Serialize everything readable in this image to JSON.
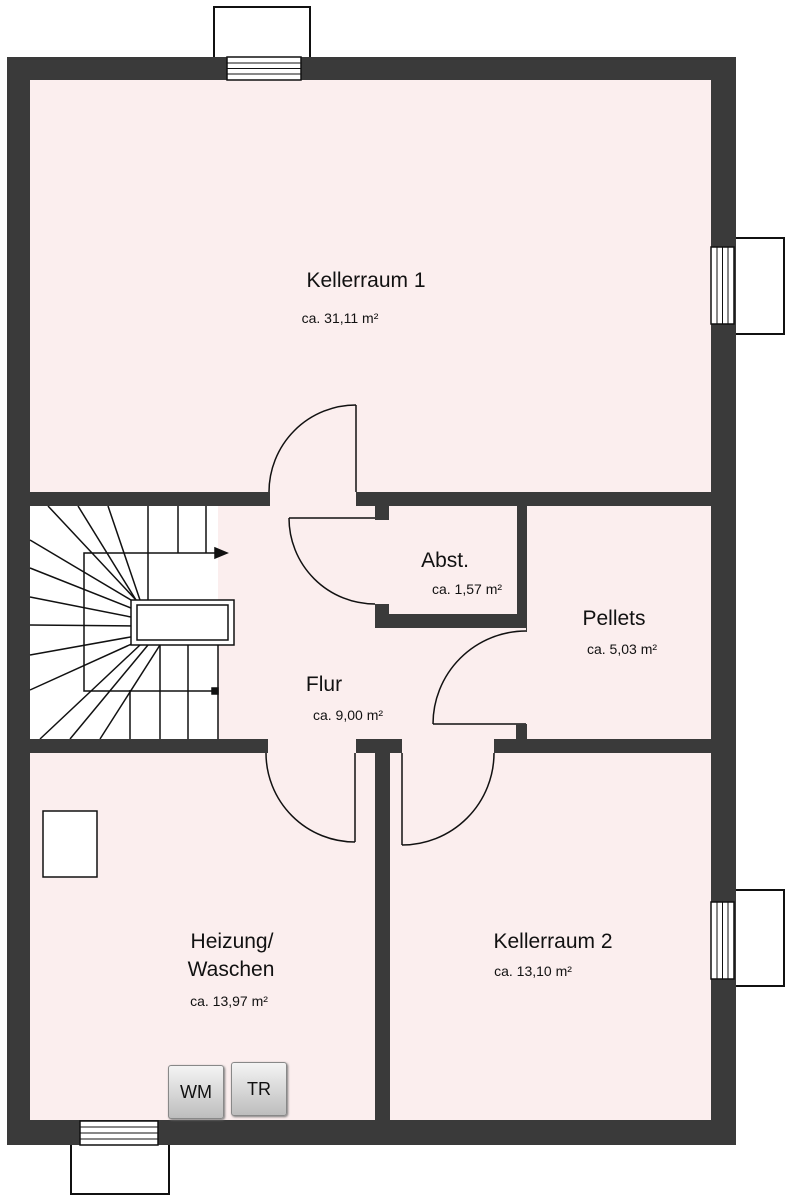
{
  "rooms": {
    "kellerraum1": {
      "name": "Kellerraum 1",
      "area": "ca. 31,11 m²"
    },
    "abst": {
      "name": "Abst.",
      "area": "ca. 1,57 m²"
    },
    "pellets": {
      "name": "Pellets",
      "area": "ca. 5,03 m²"
    },
    "flur": {
      "name": "Flur",
      "area": "ca. 9,00 m²"
    },
    "heizung": {
      "name_line1": "Heizung/",
      "name_line2": "Waschen",
      "area": "ca. 13,97 m²"
    },
    "kellerraum2": {
      "name": "Kellerraum 2",
      "area": "ca. 13,10 m²"
    }
  },
  "appliances": {
    "wm": "WM",
    "tr": "TR"
  },
  "colors": {
    "wall": "#3a3a3a",
    "floor": "#fbeeee",
    "line": "#111111"
  }
}
